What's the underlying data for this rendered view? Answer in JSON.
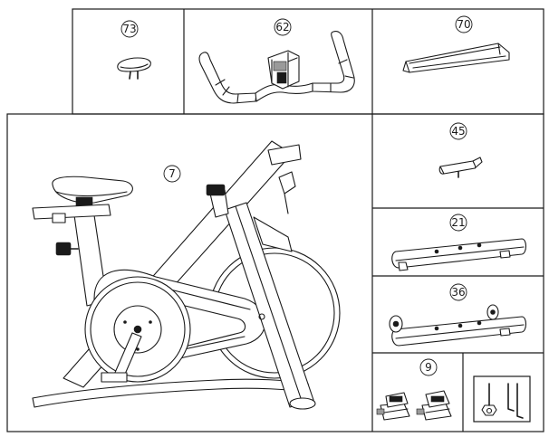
{
  "callouts": {
    "seat_cover": "73",
    "handlebar": "62",
    "bracket": "70",
    "holder": "45",
    "front_stabilizer": "21",
    "rear_stabilizer": "36",
    "pedals": "9",
    "bike_frame": "7"
  },
  "tools_panel": {
    "icons": [
      "wrench-icon",
      "hex-key-icon"
    ]
  }
}
